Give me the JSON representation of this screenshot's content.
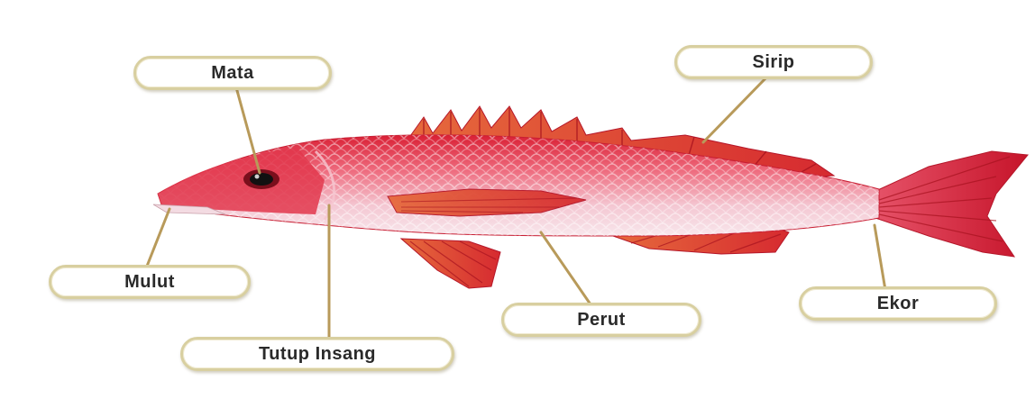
{
  "diagram": {
    "labels": {
      "mata": "Mata",
      "sirip": "Sirip",
      "mulut": "Mulut",
      "tutup_insang": "Tutup Insang",
      "perut": "Perut",
      "ekor": "Ekor"
    },
    "colors": {
      "fish_body": "#e8405a",
      "fish_belly": "#f7dfe6",
      "fin_red": "#d8232f",
      "fin_orange": "#e0603a",
      "leader_line": "#b89a5a",
      "pill_border": "#d8cfa0"
    }
  }
}
